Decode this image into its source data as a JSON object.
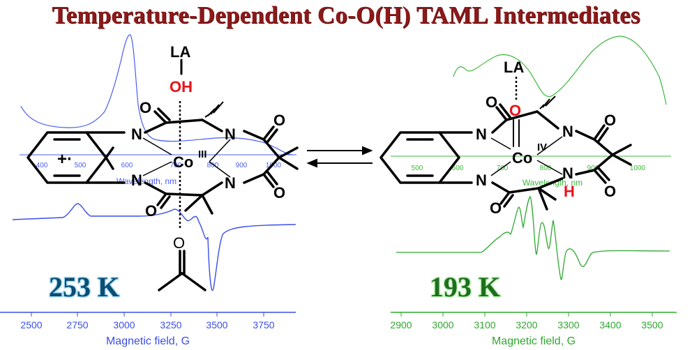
{
  "title": "Temperature-Dependent Co-O(H) TAML Intermediates",
  "colors": {
    "title": "#8b1a1a",
    "left": "#3a4ee8",
    "right": "#2fb02f"
  },
  "left": {
    "temperature": "253 K",
    "xlabel": "Magnetic field, G",
    "xticks": [
      "2500",
      "2750",
      "3000",
      "3250",
      "3500",
      "3750"
    ],
    "uv_label": "Wavelength, nm",
    "uv_ticks": [
      "400",
      "500",
      "600",
      "700",
      "800",
      "900",
      "1000"
    ],
    "molecule": {
      "top_ligand": "LA",
      "hydroxo": "OH",
      "metal": "Co",
      "oxidation": "III",
      "radical": "+·",
      "N1": "N",
      "N2": "N",
      "N3": "N",
      "N4": "N",
      "O1": "O",
      "O2": "O",
      "O3": "O",
      "O4": "O",
      "O_acetone": "O"
    }
  },
  "right": {
    "temperature": "193 K",
    "xlabel": "Magnetic field, G",
    "xticks": [
      "2900",
      "3000",
      "3100",
      "3200",
      "3300",
      "3400",
      "3500"
    ],
    "uv_label": "Wavelength, nm",
    "uv_ticks": [
      "500",
      "600",
      "700",
      "800",
      "900",
      "1000"
    ],
    "molecule": {
      "top_ligand": "LA",
      "oxo": "O",
      "metal": "Co",
      "oxidation": "IV",
      "hydrogen": "H",
      "N1": "N",
      "N2": "N",
      "N3": "N",
      "N4": "N",
      "O1": "O",
      "O2": "O",
      "O3": "O",
      "O4": "O"
    }
  }
}
